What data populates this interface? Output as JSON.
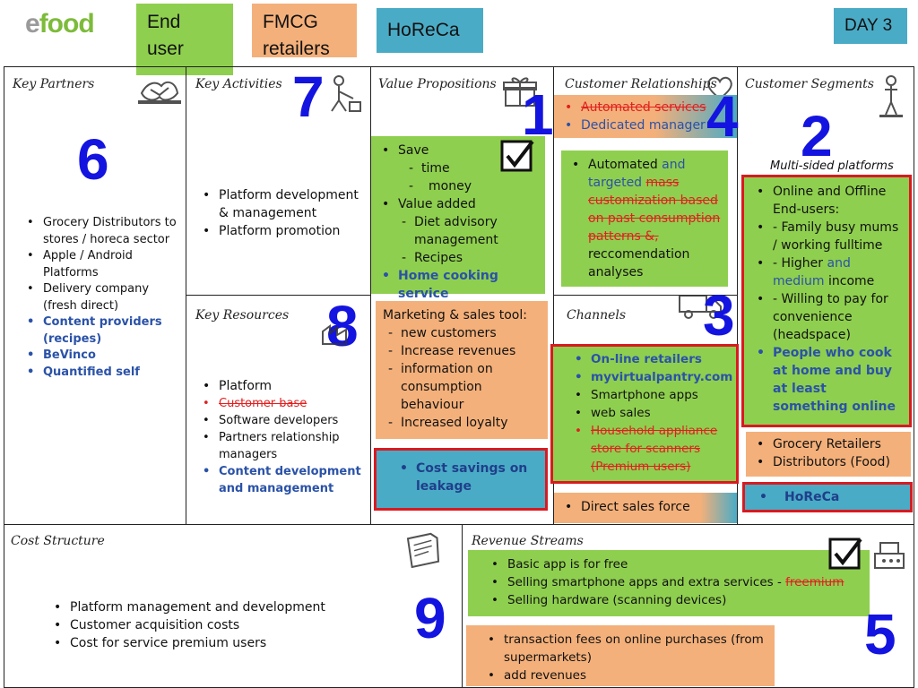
{
  "header": {
    "logo_prefix": "e",
    "logo_rest": "food",
    "tags": [
      "End user",
      "FMCG retailers",
      "HoReCa"
    ],
    "day": "DAY 3"
  },
  "colors": {
    "green": "#8fcf4f",
    "orange": "#f4b07a",
    "teal": "#4aabc6",
    "blue_number": "#1414e0",
    "highlight_red": "#d91a20"
  },
  "key_partners": {
    "title": "Key Partners",
    "number": "6",
    "items": [
      "Grocery Distributors to stores / horeca sector",
      "Apple / Android Platforms",
      "Delivery company (fresh direct)",
      "Content providers (recipes)",
      "BeVinco",
      "Quantified self"
    ]
  },
  "key_activities": {
    "title": "Key Activities",
    "number": "7",
    "items": [
      "Platform development & management",
      "Platform promotion"
    ]
  },
  "key_resources": {
    "title": "Key Resources",
    "number": "8",
    "items": [
      "Platform",
      "Customer base",
      "Software developers",
      "Partners relationship managers",
      "Content development and management"
    ]
  },
  "value_propositions": {
    "title": "Value Propositions",
    "number": "1",
    "save": "Save",
    "save_items": [
      "time",
      "money"
    ],
    "value_added": "Value added",
    "diet": "Diet advisory management",
    "recipes": "Recipes",
    "home_cooking": "Home cooking service",
    "marketing_title": "Marketing & sales tool:",
    "marketing_items": [
      "new customers",
      "Increase revenues",
      "information on consumption behaviour",
      "Increased loyalty"
    ],
    "cost_savings": "Cost savings on leakage"
  },
  "customer_relationships": {
    "title": "Customer Relationships",
    "number": "4",
    "automated_services": "Automated services",
    "dedicated": "Dedicated manager",
    "auto_part1": "Automated",
    "auto_part2": " and targeted ",
    "auto_strike": "mass customization based on past consumption patterns &,",
    "auto_part3": " reccomendation analyses"
  },
  "channels": {
    "title": "Channels",
    "number": "3",
    "online_retailers": "On-line retailers",
    "pantry": "myvirtualpantry.com",
    "smartphone": "Smartphone apps",
    "web": "web sales",
    "appliance": "Household appliance store for scanners (Premium users)",
    "direct": "Direct sales force"
  },
  "customer_segments": {
    "title": "Customer Segments",
    "number": "2",
    "subtitle": "Multi-sided platforms",
    "online_offline": "Online and Offline End-users:",
    "family": "- Family busy mums / working fulltime",
    "higher_a": "- Higher",
    "higher_and": " and medium",
    "higher_b": " income",
    "willing": "- Willing to pay for convenience (headspace)",
    "cook": "People who cook at home and buy at least something online",
    "retailers": "Grocery Retailers",
    "distributors": "Distributors (Food)",
    "horeca": "HoReCa"
  },
  "cost_structure": {
    "title": "Cost Structure",
    "number": "9",
    "items": [
      "Platform management and development",
      "Customer acquisition costs",
      "Cost for service premium users"
    ]
  },
  "revenue_streams": {
    "title": "Revenue Streams",
    "number": "5",
    "basic": "Basic app is for free",
    "selling_a": "Selling smartphone apps and extra services - ",
    "selling_strike": "freemium",
    "hardware": "Selling hardware (scanning devices)",
    "transaction": "transaction fees on online purchases (from supermarkets)",
    "add": "add revenues"
  }
}
